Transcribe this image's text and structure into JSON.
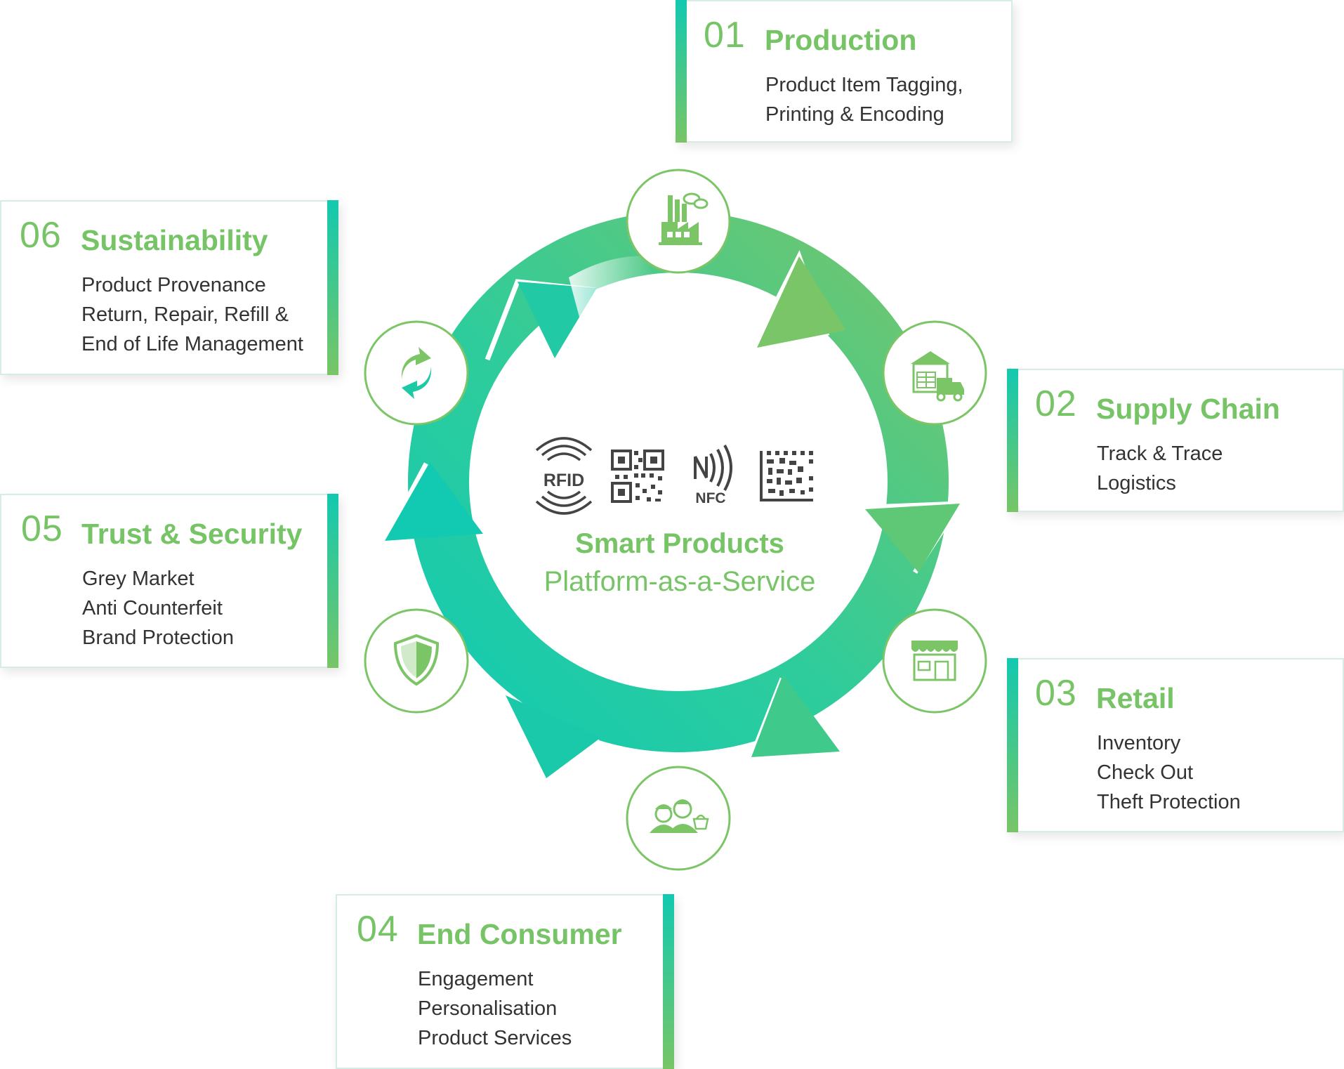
{
  "center": {
    "title": "Smart Products",
    "subtitle": "Platform-as-a-Service",
    "tech_labels": {
      "rfid": "RFID",
      "nfc": "NFC"
    },
    "tech_icons": [
      "rfid-icon",
      "qr-code-icon",
      "nfc-icon",
      "datamatrix-icon"
    ]
  },
  "stages": [
    {
      "num": "01",
      "title": "Production",
      "lines": [
        "Product Item Tagging,",
        "Printing & Encoding"
      ],
      "icon": "factory-icon"
    },
    {
      "num": "02",
      "title": "Supply Chain",
      "lines": [
        "Track & Trace",
        "Logistics"
      ],
      "icon": "warehouse-truck-icon"
    },
    {
      "num": "03",
      "title": "Retail",
      "lines": [
        "Inventory",
        "Check Out",
        "Theft Protection"
      ],
      "icon": "store-icon"
    },
    {
      "num": "04",
      "title": "End Consumer",
      "lines": [
        "Engagement",
        "Personalisation",
        "Product Services"
      ],
      "icon": "consumers-icon"
    },
    {
      "num": "05",
      "title": "Trust & Security",
      "lines": [
        "Grey Market",
        "Anti Counterfeit",
        "Brand Protection"
      ],
      "icon": "shield-icon"
    },
    {
      "num": "06",
      "title": "Sustainability",
      "lines": [
        "Product Provenance",
        "Return, Repair, Refill &",
        "End of Life Management"
      ],
      "icon": "recycle-icon"
    }
  ],
  "colors": {
    "accent_green": "#76c466",
    "accent_teal": "#12c9b0",
    "text": "#333333",
    "box_border": "#d6ece4"
  }
}
